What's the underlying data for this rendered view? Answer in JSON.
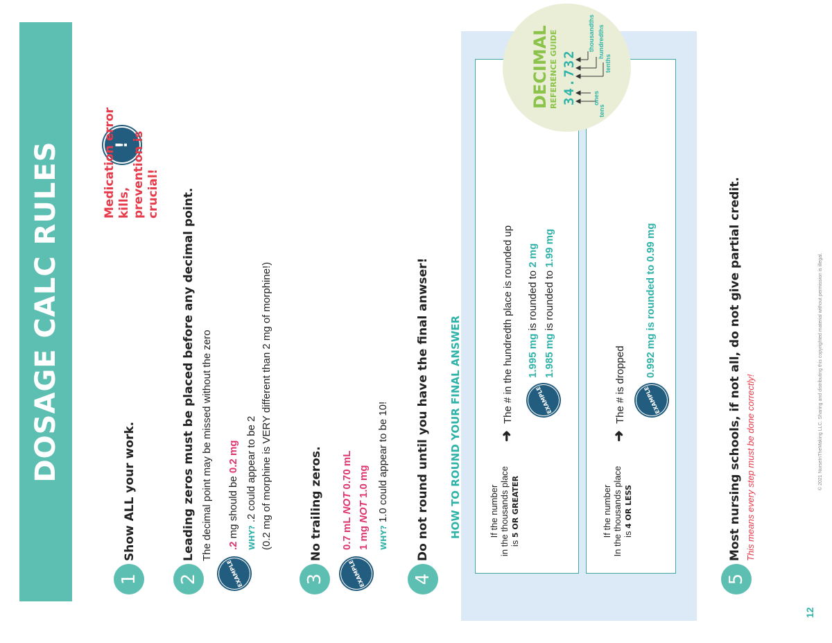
{
  "header": {
    "title": "DOSAGE CALC RULES",
    "warning_line1": "Medication error kills,",
    "warning_line2": "prevention is crucial!"
  },
  "labels": {
    "why": "WHY?",
    "not": "NOT",
    "example": "EXAMPLE"
  },
  "rules": [
    {
      "number": "1",
      "text": "Show ALL your work."
    },
    {
      "number": "2",
      "text": "Leading zeros must be placed before any decimal point.",
      "detail": "The decimal point may be missed without the zero",
      "ex_wrong": ".2",
      "ex_mid": "mg should be",
      "ex_right": "0.2 mg",
      "why": ".2 could appear to be 2",
      "note": "(0.2 mg of morphine is VERY different than 2 mg of morphine!)"
    },
    {
      "number": "3",
      "text": "No trailing zeros.",
      "ex1_good": "0.7 mL",
      "ex1_bad": "0.70 mL",
      "ex2_good": "1 mg",
      "ex2_bad": "1.0 mg",
      "why": "1.0 could appear to be 10!"
    },
    {
      "number": "4",
      "text": "Do not round until you have the final anwser!"
    },
    {
      "number": "5",
      "text": "Most nursing schools, if not all, do not give partial credit.",
      "note": "This means every step must be done correctly!"
    }
  ],
  "rounding": {
    "heading": "HOW TO ROUND YOUR FINAL ANSWER",
    "up": {
      "cond1": "If the number",
      "cond2": "in the thousands place",
      "cond3": "is",
      "cond_bold": "5 OR GREATER",
      "rule": "The # in the hundredth place is rounded up",
      "ex_mid": "is rounded to",
      "ex1_from": "1.995 mg",
      "ex1_to": "2 mg",
      "ex2_from": "1.985 mg",
      "ex2_to": "1.99 mg"
    },
    "down": {
      "cond1": "If the number",
      "cond2": "In the thousands place",
      "cond3": "is",
      "cond_bold": "4 OR LESS",
      "rule": "The # is dropped",
      "ex_from": "0.992 mg",
      "ex_mid": "is rounded to",
      "ex_to": "0.99 mg"
    }
  },
  "guide": {
    "title": "DECIMAL",
    "subtitle": "REFERENCE GUIDE",
    "number": "34.732",
    "places": [
      "tens",
      "ones",
      "tenths",
      "hundredths",
      "thousandths"
    ]
  },
  "footer": {
    "page": "12",
    "copyright": "© 2021 NurseInTheMaking LLC. Sharing and distributing this copyrighted material without permission is illegal."
  }
}
